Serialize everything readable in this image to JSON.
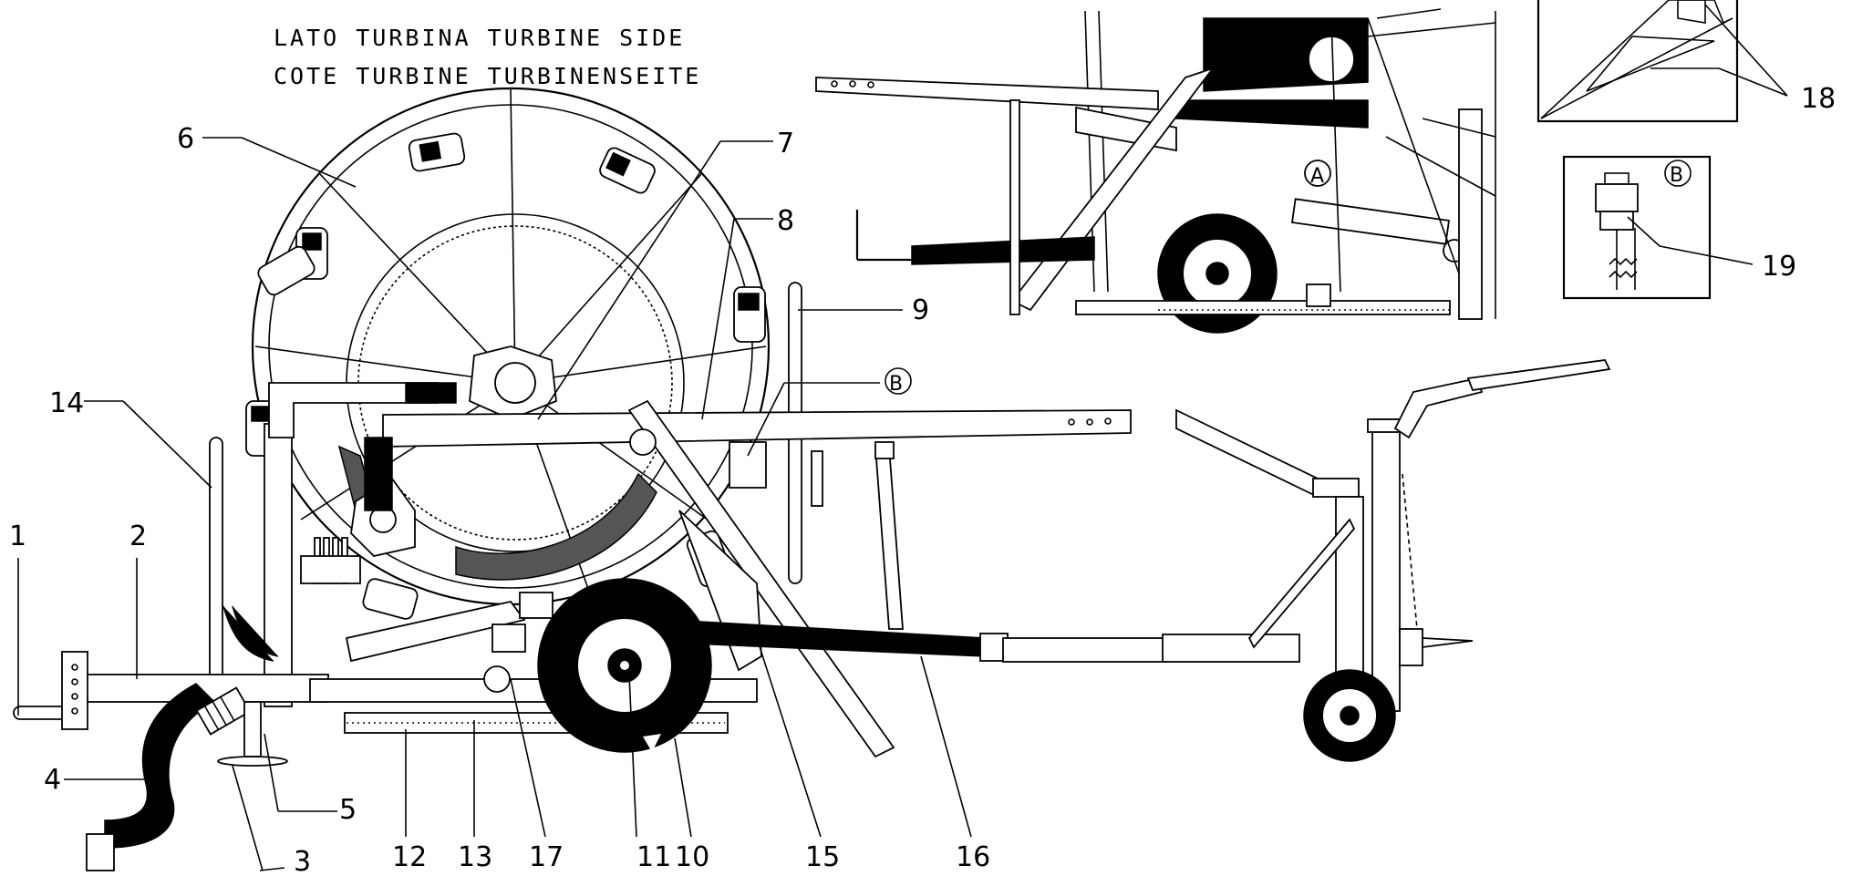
{
  "header": {
    "line1": "LATO TURBINA  TURBINE SIDE",
    "line2": "COTE TURBINE  TURBINENSEITE"
  },
  "callouts": [
    {
      "id": "c1",
      "text": "1"
    },
    {
      "id": "c2",
      "text": "2"
    },
    {
      "id": "c3",
      "text": "3"
    },
    {
      "id": "c4",
      "text": "4"
    },
    {
      "id": "c5",
      "text": "5"
    },
    {
      "id": "c6",
      "text": "6"
    },
    {
      "id": "c7",
      "text": "7"
    },
    {
      "id": "c8",
      "text": "8"
    },
    {
      "id": "c9",
      "text": "9"
    },
    {
      "id": "c10",
      "text": "10"
    },
    {
      "id": "c11",
      "text": "11"
    },
    {
      "id": "c12",
      "text": "12"
    },
    {
      "id": "c13",
      "text": "13"
    },
    {
      "id": "c14",
      "text": "14"
    },
    {
      "id": "c15",
      "text": "15"
    },
    {
      "id": "c16",
      "text": "16"
    },
    {
      "id": "c17",
      "text": "17"
    },
    {
      "id": "c18",
      "text": "18"
    },
    {
      "id": "c19",
      "text": "19"
    },
    {
      "id": "cB",
      "text": "B"
    }
  ],
  "detail_labels": {
    "detail_a": "A",
    "detail_b": "B"
  }
}
